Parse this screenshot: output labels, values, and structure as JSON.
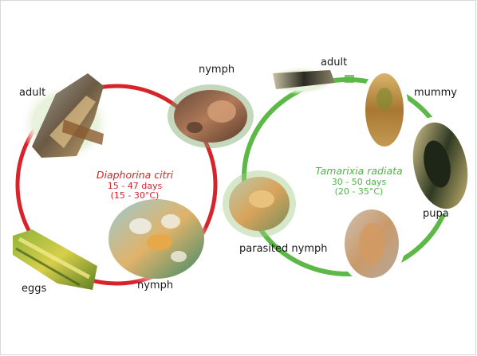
{
  "labels": {
    "adult_psyllid": "adult",
    "nymph_top": "nymph",
    "eggs": "eggs",
    "nymph_bottom": "nymph",
    "adult_wasp": "adult",
    "mummy": "mummy",
    "pupa": "pupa",
    "parasited_nymph": "parasited nymph"
  },
  "psyllid": {
    "name": "Diaphorina citri",
    "days": "15 - 47 days",
    "temp": "(15 - 30°C)"
  },
  "parasitoid": {
    "name": "Tamarixia radiata",
    "days": "30 - 50 days",
    "temp": "(20 - 35°C)"
  },
  "colors": {
    "psyllid_cycle": "#d8232a",
    "parasitoid_cycle": "#5cb847"
  }
}
